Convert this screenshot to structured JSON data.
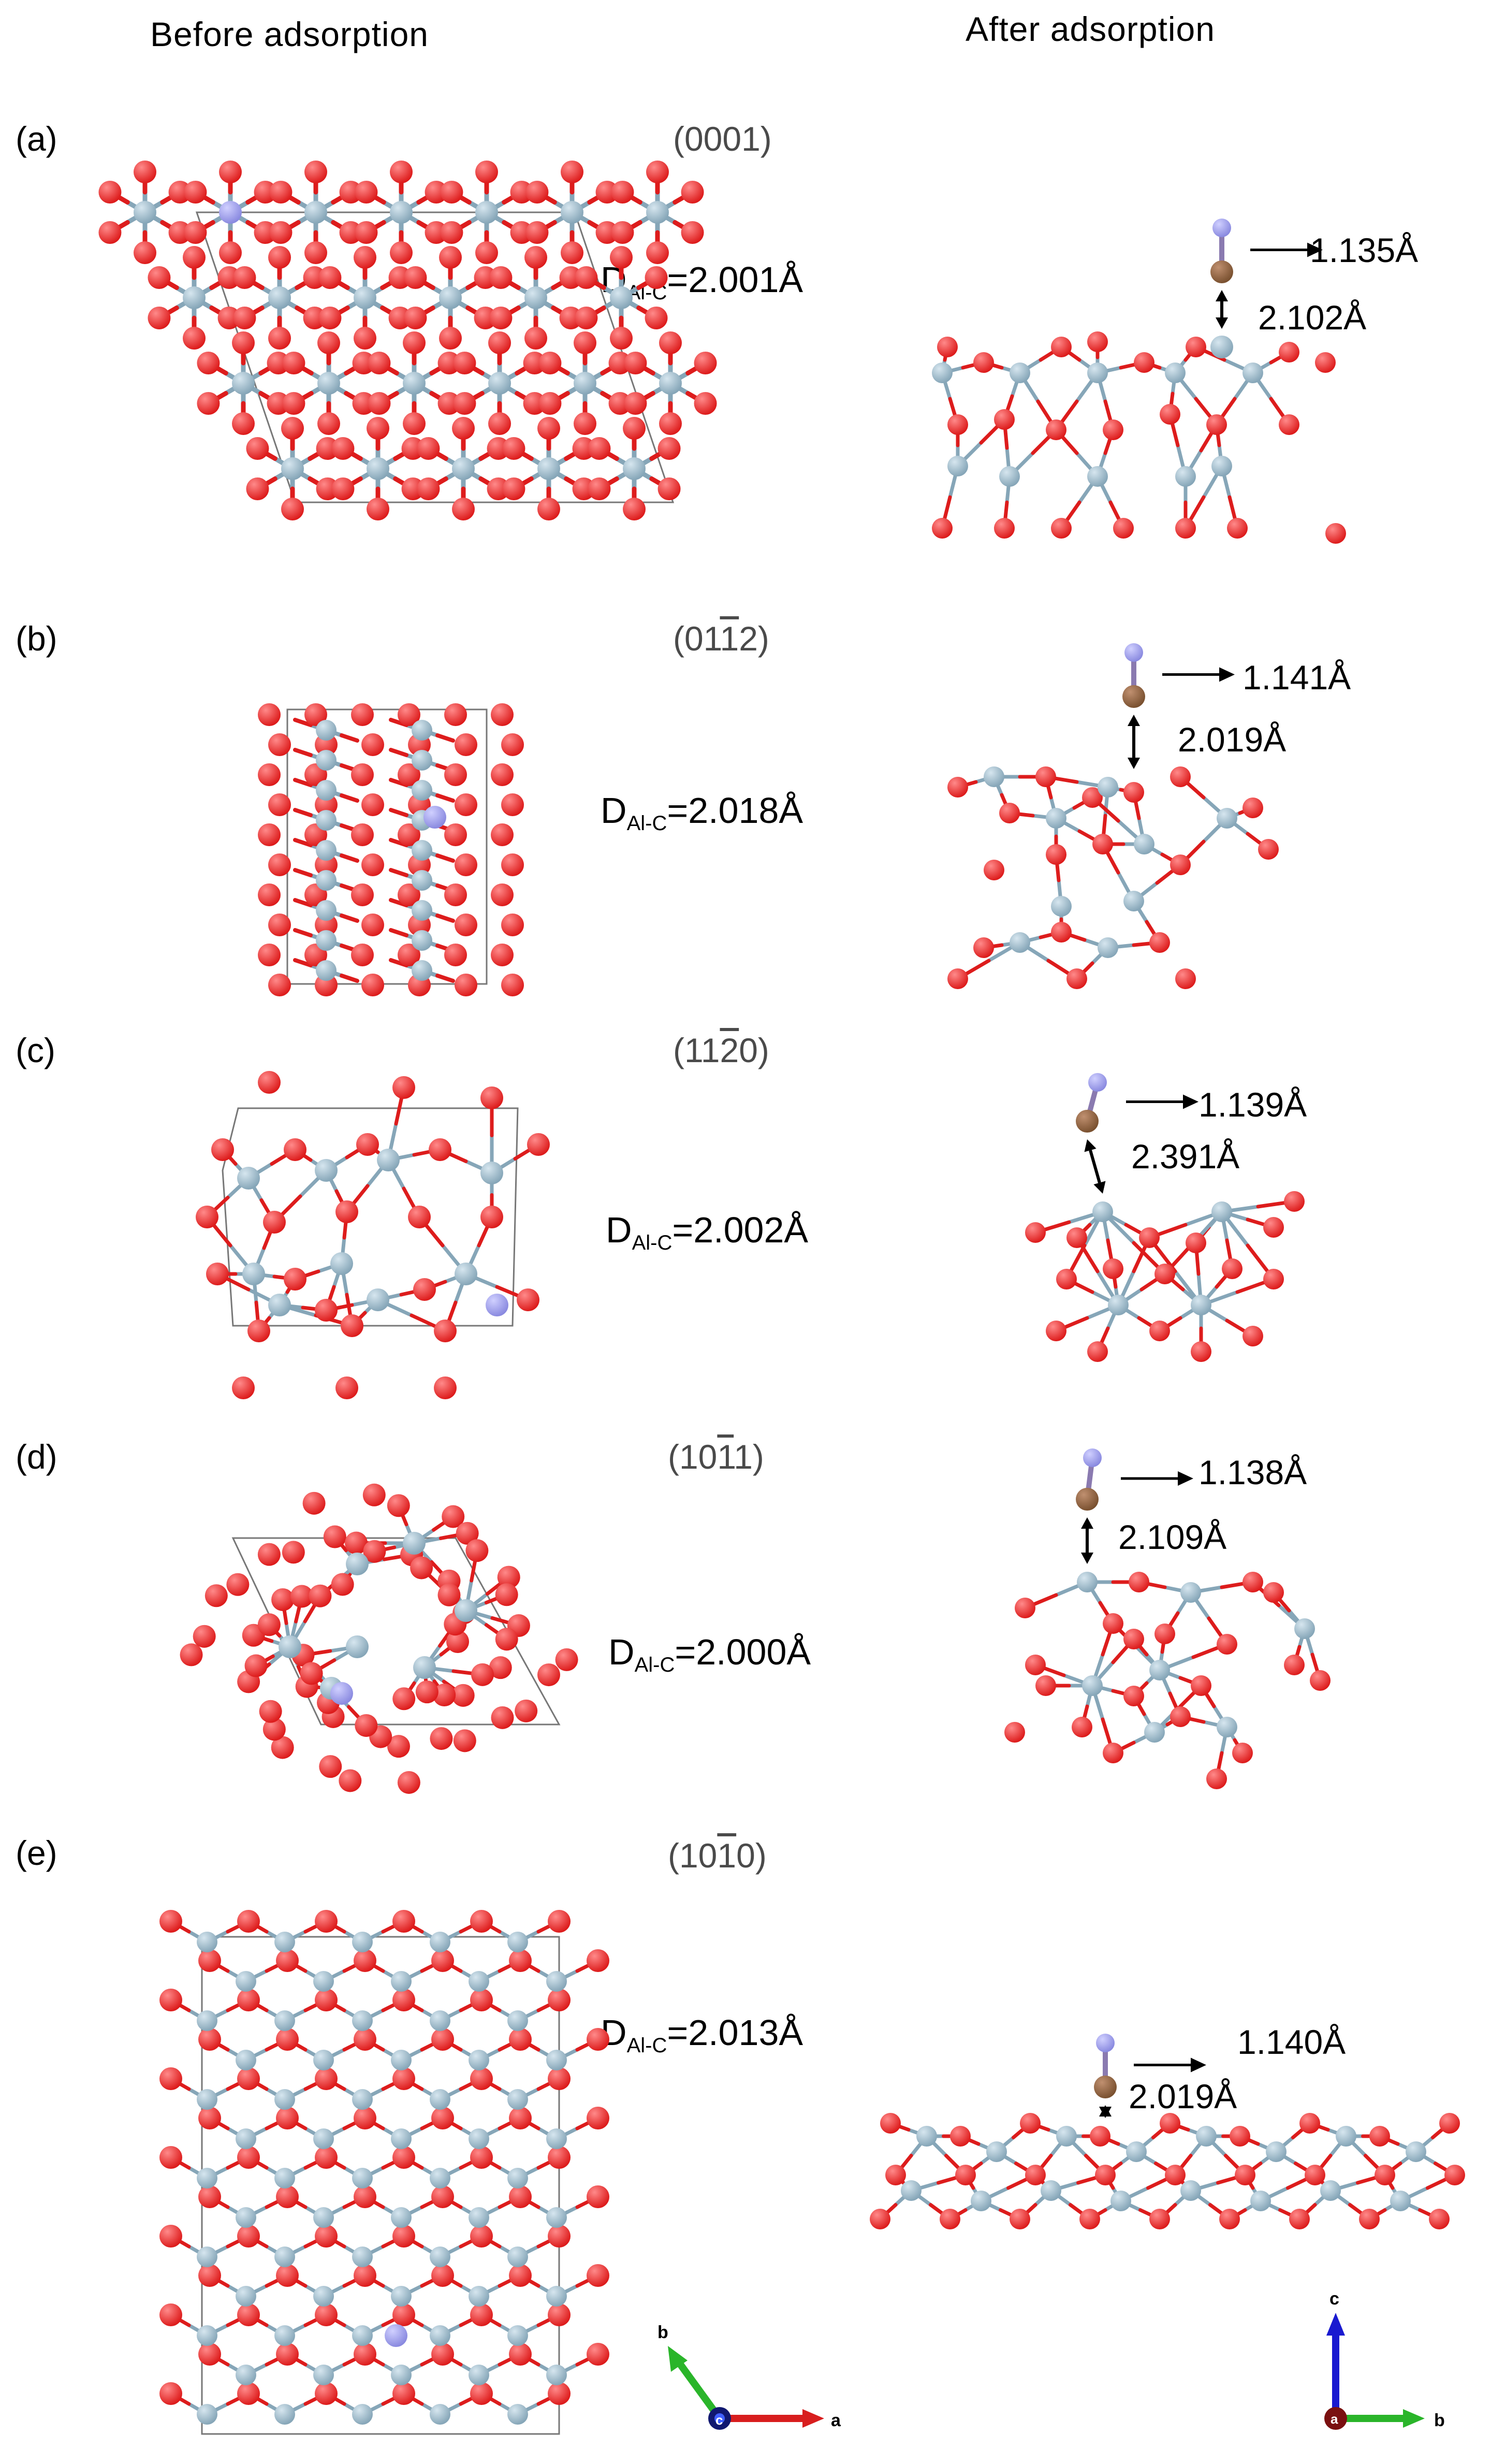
{
  "headers": {
    "before": "Before adsorption",
    "after": "After adsorption"
  },
  "colors": {
    "oxygen": "#dd1c1c",
    "aluminum": "#86a6b8",
    "nitrogen": "#8a8ae0",
    "carbon": "#7a5130",
    "cell": "#777777"
  },
  "panels": [
    {
      "label": "(a)",
      "facet_pre": "(0001)",
      "facet_ov": "",
      "facet_post": "",
      "dist_main": "D",
      "dist_sub": "Al-C",
      "dist_val": "=2.001Å",
      "bond_cn": "1.135Å",
      "bond_alc": "2.102Å"
    },
    {
      "label": "(b)",
      "facet_pre": "(01",
      "facet_ov": "1",
      "facet_post": "2)",
      "dist_main": "D",
      "dist_sub": "Al-C",
      "dist_val": "=2.018Å",
      "bond_cn": "1.141Å",
      "bond_alc": "2.019Å"
    },
    {
      "label": "(c)",
      "facet_pre": "(11",
      "facet_ov": "2",
      "facet_post": "0)",
      "dist_main": "D",
      "dist_sub": "Al-C",
      "dist_val": "=2.002Å",
      "bond_cn": "1.139Å",
      "bond_alc": "2.391Å"
    },
    {
      "label": "(d)",
      "facet_pre": "(10",
      "facet_ov": "1",
      "facet_post": "1)",
      "dist_main": "D",
      "dist_sub": "Al-C",
      "dist_val": "=2.000Å",
      "bond_cn": "1.138Å",
      "bond_alc": "2.109Å"
    },
    {
      "label": "(e)",
      "facet_pre": "(10",
      "facet_ov": "1",
      "facet_post": "0)",
      "dist_main": "D",
      "dist_sub": "Al-C",
      "dist_val": "=2.013Å",
      "bond_cn": "1.140Å",
      "bond_alc": "2.019Å"
    }
  ],
  "axes_left": {
    "up": "b",
    "right": "a",
    "center": "c"
  },
  "axes_right": {
    "up": "c",
    "right": "b",
    "center": "a"
  }
}
